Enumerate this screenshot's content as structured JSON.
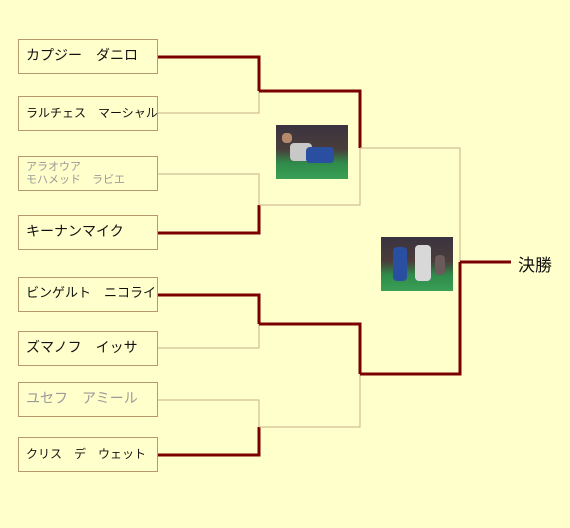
{
  "bracket": {
    "players": [
      {
        "name": "カプジー　ダニロ",
        "eliminated": false
      },
      {
        "name": "ラルチェス　マーシャル",
        "eliminated": false
      },
      {
        "name": "アラオウア\nモハメッド　ラビエ",
        "eliminated": true
      },
      {
        "name": "キーナンマイク",
        "eliminated": false
      },
      {
        "name": "ビンゲルト　ニコライ",
        "eliminated": false
      },
      {
        "name": "ズマノフ　イッサ",
        "eliminated": false
      },
      {
        "name": "ユセフ　アミール",
        "eliminated": true
      },
      {
        "name": "クリス　デ　ウェット",
        "eliminated": false
      }
    ],
    "final_label": "決勝",
    "line_colors": {
      "winner": "#7a0000",
      "normal": "#c8b08a"
    }
  }
}
